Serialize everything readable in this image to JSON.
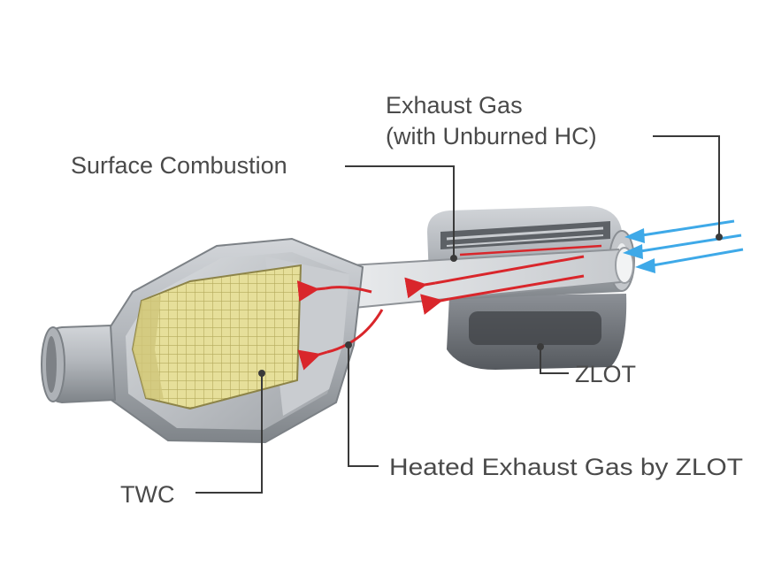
{
  "labels": {
    "exhaust_gas_line1": "Exhaust Gas",
    "exhaust_gas_line2": "(with Unburned HC)",
    "surface_combustion": "Surface Combustion",
    "zlot": "ZLOT",
    "heated_exhaust_gas": "Heated Exhaust Gas by ZLOT",
    "twc": "TWC"
  },
  "colors": {
    "inflow_arrows": "#3ea9e8",
    "heated_flow_arrows": "#d9262b",
    "catalyst_substrate": "#e4dc96",
    "metal_body": "#a9adb3",
    "leader_lines": "#3a3a3a",
    "label_text": "#4a4a4a"
  }
}
